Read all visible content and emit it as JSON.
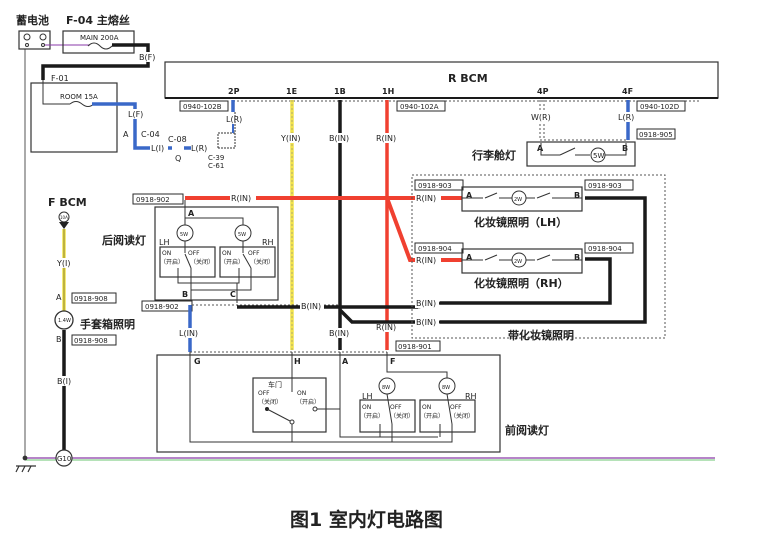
{
  "title": "图1 室内灯电路图",
  "colors": {
    "red": "#f04030",
    "black": "#1a1a1a",
    "blue": "#3a68c8",
    "yellow": "#f2e34a",
    "ground": "#8a3aa8",
    "green": "#3ab040"
  },
  "battery": {
    "label": "蓄电池"
  },
  "main_fuse": {
    "label": "F-04 主熔丝",
    "rating": "MAIN 200A",
    "wire": "B(F)"
  },
  "room_fuse": {
    "connector": "F-01",
    "rating": "ROOM 15A",
    "wire_f": "L(F)",
    "connector_c04": "A",
    "c04": "C-04",
    "wire_i": "L(I)",
    "c08": "C-08",
    "c08_pin": "Q",
    "wire_r": "L(R)",
    "c39": "C-39",
    "c61": "C-61"
  },
  "rbcm": {
    "label": "R BCM",
    "pins": [
      "2P",
      "1E",
      "1B",
      "1H",
      "4P",
      "4F"
    ],
    "connectors": [
      "0940-102B",
      "0940-102A",
      "0940-102D"
    ],
    "wires": {
      "p2": "L(R)",
      "e1": "Y(IN)",
      "b1": "B(IN)",
      "h1": "R(IN)",
      "p4": "W(R)",
      "f4": "L(R)"
    }
  },
  "trunk_lamp": {
    "label": "行李舱灯",
    "connector": "0918-905",
    "pin_a": "A",
    "pin_b": "B",
    "bulb": "5W"
  },
  "rear_reading": {
    "label": "后阅读灯",
    "connector_top": "0918-902",
    "connector_bottom": "0918-902",
    "wire_in": "R(IN)",
    "pin_a": "A",
    "pin_b": "B",
    "pin_c": "C",
    "lh": "LH",
    "rh": "RH",
    "bulb": "5W",
    "sw_on": "ON",
    "sw_off": "OFF",
    "open": "（开启）",
    "closed": "（关闭）",
    "wire_l": "L(IN)",
    "wire_b": "B(IN)"
  },
  "fbcm": {
    "label": "F BCM",
    "fuse": "10A",
    "wire_y": "Y(I)",
    "connector": "0918-908",
    "pin_a": "A",
    "pin_b": "B",
    "bulb": "1.4W",
    "lamp": "手套箱照明",
    "wire_b": "B(I)",
    "ground": "G10"
  },
  "vanity": {
    "group": "带化妆镜照明",
    "lh": {
      "label": "化妆镜照明（LH）",
      "connector": "0918-903",
      "wire": "R(IN)"
    },
    "rh": {
      "label": "化妆镜照明（RH）",
      "connector": "0918-904",
      "wire": "R(IN)"
    },
    "pin_a": "A",
    "pin_b": "B",
    "bulb": "2W",
    "wire_b": "B(IN)"
  },
  "front_reading": {
    "label": "前阅读灯",
    "connector": "0918-901",
    "pins": [
      "G",
      "H",
      "A",
      "F"
    ],
    "door": "车门",
    "lh": "LH",
    "rh": "RH",
    "bulb": "8W",
    "wire_b": "B(IN)",
    "sw_on": "ON",
    "sw_off": "OFF",
    "open": "（开启）",
    "closed": "（关闭）"
  }
}
